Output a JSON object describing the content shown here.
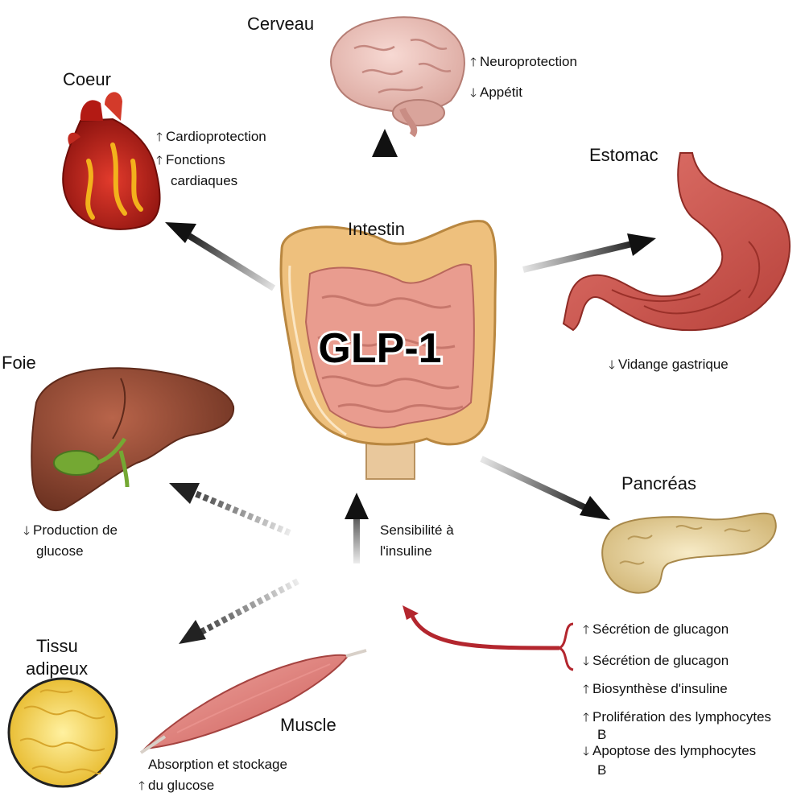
{
  "center": {
    "label": "GLP-1",
    "organ": "Intestin"
  },
  "organs": {
    "brain": {
      "title": "Cerveau",
      "effects": [
        {
          "dir": "up",
          "text": "Neuroprotection"
        },
        {
          "dir": "down",
          "text": "Appétit"
        }
      ]
    },
    "heart": {
      "title": "Coeur",
      "effects": [
        {
          "dir": "up",
          "text": "Cardioprotection"
        },
        {
          "dir": "up",
          "text": "Fonctions"
        }
      ],
      "effect2_cont": "cardiaques"
    },
    "stomach": {
      "title": "Estomac",
      "effects": [
        {
          "dir": "down",
          "text": "Vidange gastrique"
        }
      ]
    },
    "liver": {
      "title": "Foie",
      "effects": [
        {
          "dir": "down",
          "text": "Production de"
        }
      ],
      "effect1_cont": "glucose"
    },
    "pancreas": {
      "title": "Pancréas",
      "effects": [
        {
          "dir": "up",
          "text": "Sécrétion de glucagon"
        },
        {
          "dir": "down",
          "text": "Sécrétion de glucagon"
        },
        {
          "dir": "up",
          "text": "Biosynthèse d'insuline"
        },
        {
          "dir": "up",
          "text": "Prolifération des lymphocytes"
        },
        {
          "dir": "down",
          "text": "Apoptose des lymphocytes"
        }
      ],
      "lymph_suffix": "B"
    },
    "adipose": {
      "title_line1": "Tissu",
      "title_line2": "adipeux"
    },
    "muscle": {
      "title": "Muscle",
      "effect": {
        "dir": "up",
        "text": "Absorption et stockage"
      },
      "effect_cont": "du glucose"
    }
  },
  "insulin_sensitivity": {
    "line1": "Sensibilité à",
    "line2": "l'insuline"
  },
  "glyphs": {
    "up": "🡑",
    "down": "🡓"
  },
  "colors": {
    "feedback_arrow": "#b3262e",
    "arrow_dark": "#111111"
  }
}
